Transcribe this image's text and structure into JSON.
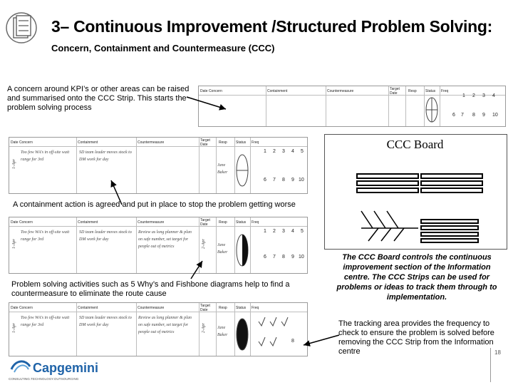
{
  "header": {
    "title": "3– Continuous Improvement /Structured Problem Solving:",
    "subtitle": "Concern, Containment and Countermeasure (CCC)"
  },
  "callouts": {
    "top_left": "A concern around KPI’s or other areas can be raised and summarised onto the CCC Strip. This starts the problem solving process",
    "containment": "A containment action is agreed and put in place to stop the problem getting worse",
    "problem_solving": "Problem solving activities such as 5 Why’s and Fishbone diagrams help to find a countermeasure to eliminate the route cause",
    "board_desc": "The CCC Board controls the continuous improvement section of the Information centre. The CCC Strips can be used for problems or ideas to track them through to implementation.",
    "tracking": "The tracking area provides the frequency to check to ensure the problem is solved before removing the CCC Strip from the Information centre"
  },
  "strip": {
    "headers": {
      "date_concern": "Date Concern",
      "containment": "Containment",
      "countermeasure": "Countermeasure",
      "target_date": "Target Date",
      "resp": "Resp",
      "status": "Status",
      "freq": "Freq"
    },
    "numbers_top": [
      "1",
      "2",
      "3",
      "4",
      "5"
    ],
    "numbers_bottom": [
      "6",
      "7",
      "8",
      "9",
      "10"
    ],
    "hand_date": "1-Apr",
    "hand_concern": "Too few WA's in off-site wait range for 3rd",
    "hand_containment": "SD team leader moves stock to DM work for day",
    "hand_countermeasure": "Review as long planner & plan on safe number, set target for people out of metrics",
    "hand_resp": "Jane Baker",
    "hand_target": "2-Apr"
  },
  "board": {
    "title": "CCC Board"
  },
  "footer": {
    "logo_text": "Capgemini",
    "logo_tagline": "CONSULTING.TECHNOLOGY.OUTSOURCING",
    "page_number": "18"
  }
}
